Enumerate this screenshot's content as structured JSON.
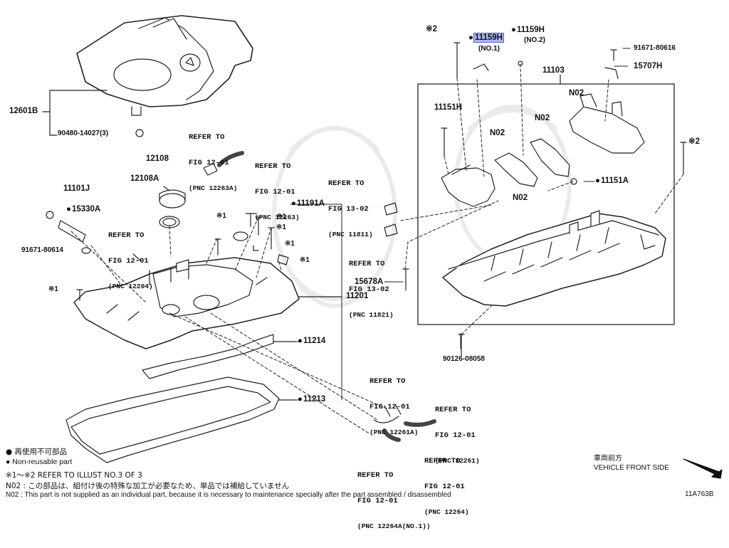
{
  "parts": {
    "p12601B": "12601B",
    "p90480": "90480-14027(3)",
    "p12108": "12108",
    "p12108A": "12108A",
    "p11101J": "11101J",
    "p15330A": "15330A",
    "p91671_80614": "91671-80614",
    "p11191A": "11191A",
    "p11201": "11201",
    "p11214": "11214",
    "p11213": "11213",
    "p11159H_1": "11159H",
    "p11159H_1_sub": "(NO.1)",
    "p11159H_2": "11159H",
    "p11159H_2_sub": "(NO.2)",
    "p91671_80616": "91671-80616",
    "p15707H": "15707H",
    "p11103": "11103",
    "p11151H": "11151H",
    "p11151A": "11151A",
    "p15678A": "15678A",
    "p90126": "90126-08058",
    "n02": "N02",
    "mark1": "※1",
    "mark2": "※2"
  },
  "refs": {
    "refer": "REFER TO",
    "r1": {
      "fig": "FIG 12-01",
      "pnc": "(PNC 12263A)"
    },
    "r2": {
      "fig": "FIG 12-01",
      "pnc": "(PNC 12263)"
    },
    "r3": {
      "fig": "FIG 12-01",
      "pnc": "(PNC 12204)"
    },
    "r4": {
      "fig": "FIG 13-02",
      "pnc": "(PNC 11811)"
    },
    "r5": {
      "fig": "FIG 13-02",
      "pnc": "(PNC 11821)"
    },
    "r6": {
      "fig": "FIG 12-01",
      "pnc": "(PNC 12261A)"
    },
    "r7": {
      "fig": "FIG 12-01",
      "pnc": "(PNC 12261)"
    },
    "r8": {
      "fig": "FIG 12-01",
      "pnc": "(PNC 12264)"
    },
    "r9": {
      "fig": "FIG 12-01",
      "pnc": "(PNC 12264A(NO.1))"
    }
  },
  "legend": {
    "jp_nonreusable": "再使用不可部品",
    "en_nonreusable": "Non-reusable part",
    "refer_illust": "※1～※2 REFER TO ILLUST NO.3 OF 3",
    "n02_jp": "N02 : この部品は、組付け後の特殊な加工が必要なため、単品では補給していません",
    "n02_en": "N02 : This part is not supplied as an individual part, because it is necessary to maintenance specially after the part assembled / disassembled"
  },
  "front": {
    "jp": "車両前方",
    "en": "VEHICLE FRONT SIDE"
  },
  "diagram_id": "11A763B"
}
